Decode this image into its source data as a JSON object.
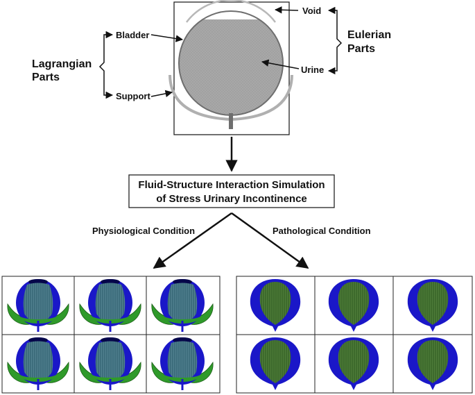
{
  "labels": {
    "bladder": "Bladder",
    "support": "Support",
    "void": "Void",
    "urine": "Urine",
    "lagrangian_line1": "Lagrangian",
    "lagrangian_line2": "Parts",
    "eulerian_line1": "Eulerian",
    "eulerian_line2": "Parts",
    "title_line1": "Fluid-Structure Interaction Simulation",
    "title_line2": "of Stress Urinary Incontinence",
    "physiological": "Physiological Condition",
    "pathological": "Pathological Condition"
  },
  "colors": {
    "urine_gray": "#a8a8a8",
    "bladder_outline": "#6e6e6e",
    "support_gray": "#b0b0b0",
    "sim_blue": "#1a17c8",
    "sim_green": "#2f9a2a",
    "physio_fluid": "#3d6d7c",
    "patho_fluid": "#3d6a2c"
  }
}
